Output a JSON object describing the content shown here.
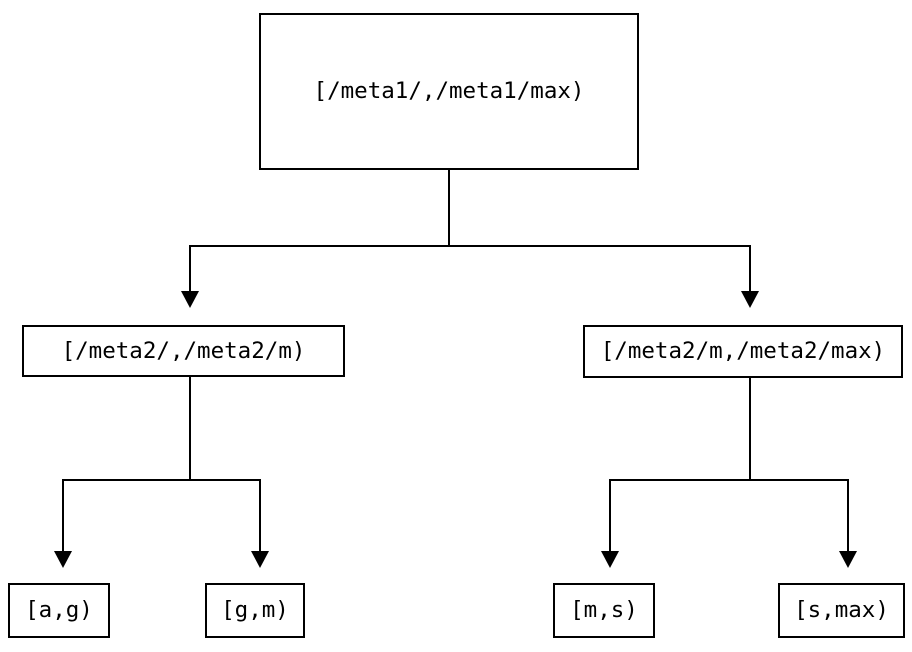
{
  "diagram": {
    "type": "binary-tree",
    "colors": {
      "line": "#000000",
      "text": "#000000",
      "background": "#ffffff"
    },
    "nodes": {
      "root": {
        "label": "[/meta1/,/meta1/max)"
      },
      "meta2_left": {
        "label": "[/meta2/,/meta2/m)"
      },
      "meta2_right": {
        "label": "[/meta2/m,/meta2/max)"
      },
      "leaf_ag": {
        "label": "[a,g)"
      },
      "leaf_gm": {
        "label": "[g,m)"
      },
      "leaf_ms": {
        "label": "[m,s)"
      },
      "leaf_smax": {
        "label": "[s,max)"
      }
    },
    "edges": [
      {
        "from": "root",
        "to": "meta2_left"
      },
      {
        "from": "root",
        "to": "meta2_right"
      },
      {
        "from": "meta2_left",
        "to": "leaf_ag"
      },
      {
        "from": "meta2_left",
        "to": "leaf_gm"
      },
      {
        "from": "meta2_right",
        "to": "leaf_ms"
      },
      {
        "from": "meta2_right",
        "to": "leaf_smax"
      }
    ]
  }
}
